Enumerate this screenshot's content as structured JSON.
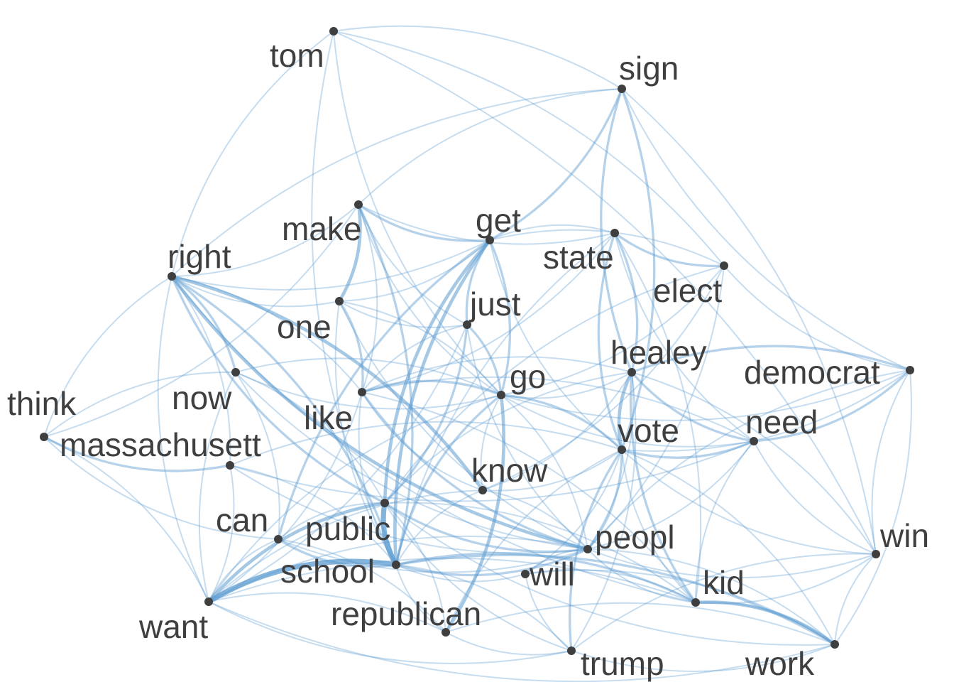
{
  "network": {
    "edge_color": "#5b9bd0",
    "node_color": "#3f3f3f",
    "label_color": "#3f3f3f",
    "background": "#ffffff"
  },
  "nodes": [
    {
      "id": "tom",
      "label": "tom"
    },
    {
      "id": "sign",
      "label": "sign"
    },
    {
      "id": "make",
      "label": "make"
    },
    {
      "id": "get",
      "label": "get"
    },
    {
      "id": "state",
      "label": "state"
    },
    {
      "id": "right",
      "label": "right"
    },
    {
      "id": "elect",
      "label": "elect"
    },
    {
      "id": "one",
      "label": "one"
    },
    {
      "id": "just",
      "label": "just"
    },
    {
      "id": "healey",
      "label": "healey"
    },
    {
      "id": "democrat",
      "label": "democrat"
    },
    {
      "id": "think",
      "label": "think"
    },
    {
      "id": "now",
      "label": "now"
    },
    {
      "id": "go",
      "label": "go"
    },
    {
      "id": "like",
      "label": "like"
    },
    {
      "id": "need",
      "label": "need"
    },
    {
      "id": "vote",
      "label": "vote"
    },
    {
      "id": "massachusett",
      "label": "massachusett"
    },
    {
      "id": "know",
      "label": "know"
    },
    {
      "id": "can",
      "label": "can"
    },
    {
      "id": "public",
      "label": "public"
    },
    {
      "id": "win",
      "label": "win"
    },
    {
      "id": "peopl",
      "label": "peopl"
    },
    {
      "id": "school",
      "label": "school"
    },
    {
      "id": "will",
      "label": "will"
    },
    {
      "id": "kid",
      "label": "kid"
    },
    {
      "id": "want",
      "label": "want"
    },
    {
      "id": "republican",
      "label": "republican"
    },
    {
      "id": "trump",
      "label": "trump"
    },
    {
      "id": "work",
      "label": "work"
    }
  ],
  "edges": [
    [
      "public",
      "school",
      5
    ],
    [
      "want",
      "school",
      5
    ],
    [
      "get",
      "school",
      3
    ],
    [
      "right",
      "know",
      3
    ],
    [
      "right",
      "peopl",
      3
    ],
    [
      "right",
      "now",
      2
    ],
    [
      "healey",
      "vote",
      3
    ],
    [
      "healey",
      "democrat",
      2
    ],
    [
      "vote",
      "need",
      2
    ],
    [
      "make",
      "one",
      3
    ],
    [
      "make",
      "get",
      2
    ],
    [
      "sign",
      "get",
      2
    ],
    [
      "sign",
      "healey",
      2
    ],
    [
      "state",
      "healey",
      2
    ],
    [
      "state",
      "elect",
      2
    ],
    [
      "kid",
      "work",
      3
    ],
    [
      "work",
      "school",
      2
    ],
    [
      "peopl",
      "school",
      2
    ],
    [
      "republican",
      "go",
      3
    ],
    [
      "trump",
      "vote",
      2
    ],
    [
      "need",
      "democrat",
      2
    ],
    [
      "want",
      "public",
      3
    ],
    [
      "can",
      "school",
      2
    ],
    [
      "like",
      "go",
      2
    ],
    [
      "go",
      "just",
      2
    ],
    [
      "just",
      "public",
      2
    ],
    [
      "get",
      "public",
      3
    ],
    [
      "one",
      "like",
      2
    ],
    [
      "think",
      "massachusett",
      2
    ],
    [
      "think",
      "right",
      1
    ],
    [
      "massachusett",
      "need",
      1
    ],
    [
      "massachusett",
      "vote",
      1
    ],
    [
      "tom",
      "right",
      1
    ],
    [
      "tom",
      "sign",
      1
    ],
    [
      "tom",
      "school",
      1
    ],
    [
      "tom",
      "win",
      1
    ],
    [
      "tom",
      "go",
      1
    ],
    [
      "tom",
      "elect",
      1
    ],
    [
      "sign",
      "democrat",
      1
    ],
    [
      "sign",
      "vote",
      2
    ],
    [
      "sign",
      "right",
      1
    ],
    [
      "sign",
      "win",
      1
    ],
    [
      "sign",
      "make",
      1
    ],
    [
      "get",
      "state",
      1
    ],
    [
      "get",
      "just",
      2
    ],
    [
      "get",
      "go",
      2
    ],
    [
      "get",
      "vote",
      1
    ],
    [
      "get",
      "elect",
      1
    ],
    [
      "get",
      "can",
      2
    ],
    [
      "get",
      "right",
      1
    ],
    [
      "state",
      "vote",
      2
    ],
    [
      "state",
      "kid",
      1
    ],
    [
      "state",
      "school",
      1
    ],
    [
      "state",
      "like",
      1
    ],
    [
      "state",
      "need",
      1
    ],
    [
      "elect",
      "know",
      1
    ],
    [
      "elect",
      "public",
      1
    ],
    [
      "elect",
      "peopl",
      1
    ],
    [
      "elect",
      "democrat",
      1
    ],
    [
      "elect",
      "go",
      1
    ],
    [
      "healey",
      "need",
      2
    ],
    [
      "healey",
      "know",
      1
    ],
    [
      "healey",
      "kid",
      2
    ],
    [
      "healey",
      "peopl",
      1
    ],
    [
      "healey",
      "public",
      1
    ],
    [
      "healey",
      "trump",
      1
    ],
    [
      "healey",
      "like",
      1
    ],
    [
      "democrat",
      "vote",
      1
    ],
    [
      "democrat",
      "win",
      1
    ],
    [
      "democrat",
      "work",
      1
    ],
    [
      "democrat",
      "peopl",
      1
    ],
    [
      "democrat",
      "go",
      1
    ],
    [
      "need",
      "kid",
      1
    ],
    [
      "need",
      "peopl",
      1
    ],
    [
      "need",
      "win",
      1
    ],
    [
      "need",
      "go",
      1
    ],
    [
      "need",
      "like",
      1
    ],
    [
      "vote",
      "peopl",
      2
    ],
    [
      "vote",
      "republican",
      1
    ],
    [
      "vote",
      "know",
      1
    ],
    [
      "vote",
      "go",
      2
    ],
    [
      "vote",
      "work",
      1
    ],
    [
      "vote",
      "kid",
      1
    ],
    [
      "know",
      "peopl",
      1
    ],
    [
      "know",
      "school",
      1
    ],
    [
      "know",
      "like",
      1
    ],
    [
      "know",
      "want",
      1
    ],
    [
      "know",
      "go",
      1
    ],
    [
      "go",
      "school",
      2
    ],
    [
      "go",
      "peopl",
      1
    ],
    [
      "go",
      "want",
      1
    ],
    [
      "go",
      "now",
      1
    ],
    [
      "go",
      "healey",
      1
    ],
    [
      "just",
      "one",
      1
    ],
    [
      "just",
      "like",
      1
    ],
    [
      "just",
      "want",
      1
    ],
    [
      "just",
      "peopl",
      1
    ],
    [
      "just",
      "make",
      1
    ],
    [
      "like",
      "peopl",
      2
    ],
    [
      "like",
      "want",
      1
    ],
    [
      "like",
      "school",
      1
    ],
    [
      "like",
      "kid",
      1
    ],
    [
      "one",
      "school",
      1
    ],
    [
      "one",
      "go",
      1
    ],
    [
      "one",
      "peopl",
      1
    ],
    [
      "one",
      "right",
      1
    ],
    [
      "one",
      "get",
      1
    ],
    [
      "make",
      "school",
      2
    ],
    [
      "make",
      "go",
      1
    ],
    [
      "make",
      "like",
      1
    ],
    [
      "make",
      "state",
      1
    ],
    [
      "now",
      "public",
      1
    ],
    [
      "now",
      "peopl",
      1
    ],
    [
      "now",
      "can",
      1
    ],
    [
      "now",
      "want",
      1
    ],
    [
      "now",
      "go",
      1
    ],
    [
      "right",
      "want",
      1
    ],
    [
      "right",
      "school",
      2
    ],
    [
      "right",
      "public",
      2
    ],
    [
      "right",
      "like",
      1
    ],
    [
      "right",
      "kid",
      1
    ],
    [
      "right",
      "massachusett",
      1
    ],
    [
      "right",
      "make",
      1
    ],
    [
      "think",
      "want",
      1
    ],
    [
      "think",
      "can",
      1
    ],
    [
      "think",
      "now",
      1
    ],
    [
      "think",
      "make",
      1
    ],
    [
      "massachusett",
      "school",
      1
    ],
    [
      "massachusett",
      "peopl",
      1
    ],
    [
      "massachusett",
      "want",
      1
    ],
    [
      "can",
      "want",
      1
    ],
    [
      "can",
      "public",
      1
    ],
    [
      "can",
      "peopl",
      1
    ],
    [
      "can",
      "republican",
      1
    ],
    [
      "public",
      "peopl",
      2
    ],
    [
      "public",
      "kid",
      1
    ],
    [
      "public",
      "work",
      1
    ],
    [
      "public",
      "republican",
      1
    ],
    [
      "public",
      "trump",
      1
    ],
    [
      "school",
      "kid",
      2
    ],
    [
      "school",
      "will",
      1
    ],
    [
      "school",
      "trump",
      1
    ],
    [
      "school",
      "republican",
      1
    ],
    [
      "will",
      "peopl",
      1
    ],
    [
      "will",
      "vote",
      1
    ],
    [
      "will",
      "kid",
      1
    ],
    [
      "will",
      "trump",
      1
    ],
    [
      "will",
      "work",
      1
    ],
    [
      "peopl",
      "kid",
      1
    ],
    [
      "peopl",
      "work",
      1
    ],
    [
      "peopl",
      "win",
      1
    ],
    [
      "kid",
      "work",
      1
    ],
    [
      "kid",
      "win",
      1
    ],
    [
      "want",
      "republican",
      1
    ],
    [
      "want",
      "trump",
      1
    ],
    [
      "want",
      "kid",
      1
    ],
    [
      "want",
      "work",
      1
    ],
    [
      "want",
      "peopl",
      1
    ],
    [
      "republican",
      "trump",
      1
    ],
    [
      "republican",
      "work",
      1
    ],
    [
      "trump",
      "work",
      1
    ],
    [
      "trump",
      "win",
      1
    ],
    [
      "win",
      "work",
      1
    ],
    [
      "win",
      "vote",
      1
    ],
    [
      "win",
      "healey",
      1
    ]
  ]
}
